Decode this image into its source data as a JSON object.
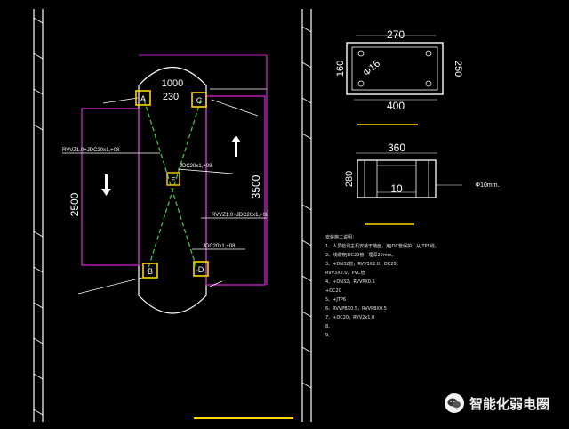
{
  "drawing": {
    "colors": {
      "background": "#000000",
      "wall": "#ffffff",
      "frame": "#c020c0",
      "cable": "#40c040",
      "device": "#ffd400",
      "text": "#ffffff",
      "label_bar": "#ffd400"
    },
    "plan": {
      "width_label": "1000",
      "spacing_label": "230",
      "left_height_label": "2500",
      "right_height_label": "3500",
      "devices": [
        {
          "label": "A"
        },
        {
          "label": "C"
        },
        {
          "label": "B"
        },
        {
          "label": "D"
        },
        {
          "label": "E"
        }
      ],
      "cable_labels": {
        "left_cable": "RVVZ1.0+JDC20x1,+08",
        "right_cable": "RVVZ1.0+JDC20x1,+08",
        "center_note": "JDC20x1,+08",
        "bottom_note": "JDC20x1,+08"
      }
    },
    "box_detail": {
      "top_label": "270",
      "left_label": "160",
      "right_label": "250",
      "bottom_label": "400",
      "hole_label": "Φ16"
    },
    "bracket_detail": {
      "top_label": "360",
      "left_label": "280",
      "inner_label": "10",
      "note": "Φ10mm."
    }
  },
  "notes": {
    "lines": [
      "安装施工说明：",
      "1、人员检测主机安装于地面，用JDC管保护，从JTP5线。",
      "2、线缆穿JDC20管，埋深20mm。",
      "3、+DN32管，RVV3X2.0，DC20。",
      "   RVV3X2.0，PVC管",
      "4、+DN32，RVVPX0.5",
      "   +DC20",
      "5、+JTP6",
      "6、RVVPBX0.5，RVVPBX0.5",
      "7、+DC20，RVV2x1.0",
      "8、",
      "9、"
    ]
  },
  "watermark": {
    "text": "智能化弱电圈"
  }
}
